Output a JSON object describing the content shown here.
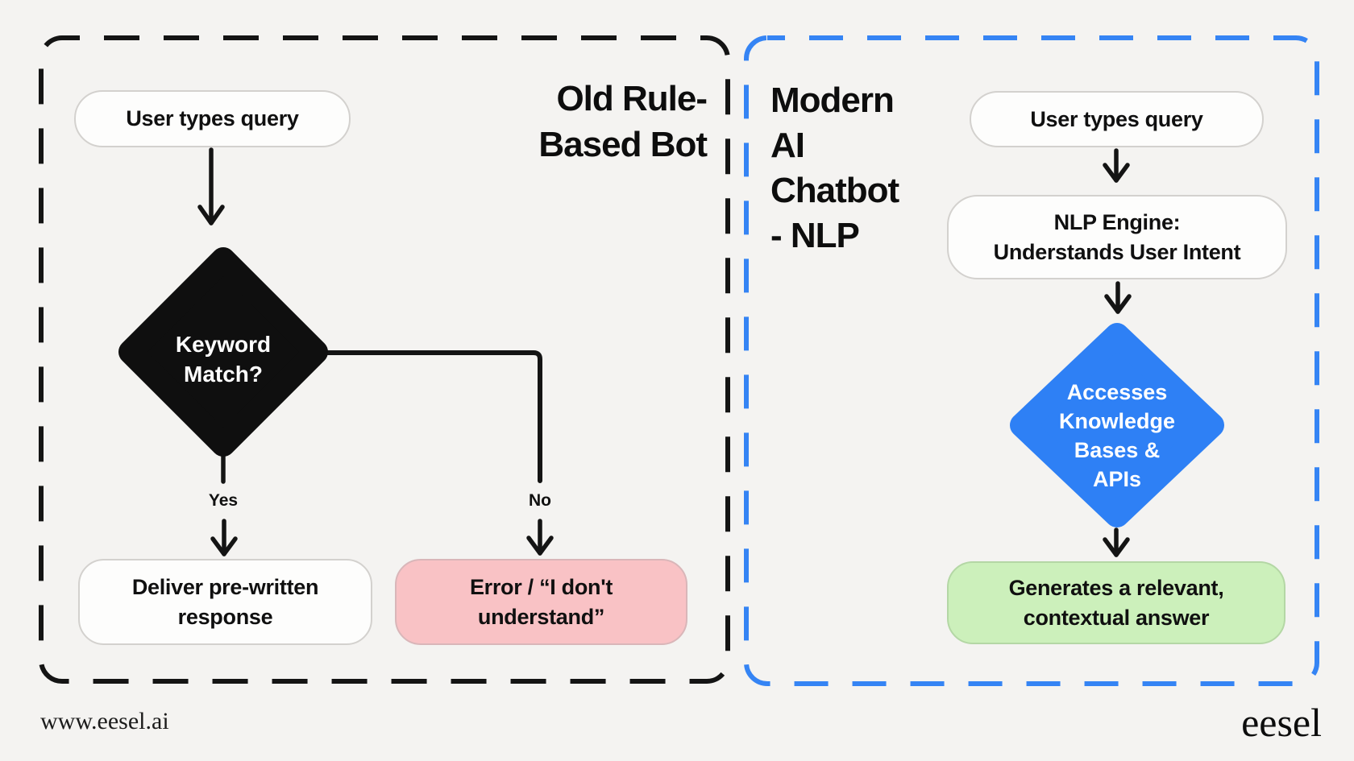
{
  "page": {
    "background_color": "#f4f3f1",
    "footer_url": "www.eesel.ai",
    "footer_logo": "eesel"
  },
  "left_panel": {
    "title_line1": "Old Rule-",
    "title_line2": "Based Bot",
    "border_color": "#141414",
    "nodes": {
      "user_query": "User types query",
      "decision_line1": "Keyword",
      "decision_line2": "Match?",
      "decision_fill": "#0f0f0f",
      "yes_label": "Yes",
      "no_label": "No",
      "deliver_line1": "Deliver pre-written",
      "deliver_line2": "response",
      "deliver_fill": "#fdfdfc",
      "error_line1": "Error / “I don't",
      "error_line2": "understand”",
      "error_fill": "#f9c2c5"
    }
  },
  "right_panel": {
    "title_line1": "Modern",
    "title_line2": "AI",
    "title_line3": "Chatbot",
    "title_line4": "- NLP",
    "border_color": "#3584f4",
    "nodes": {
      "user_query": "User types query",
      "nlp_line1": "NLP Engine:",
      "nlp_line2": "Understands User Intent",
      "nlp_fill": "#fdfdfc",
      "diamond_line1": "Accesses",
      "diamond_line2": "Knowledge",
      "diamond_line3": "Bases &",
      "diamond_line4": "APIs",
      "diamond_fill": "#2e80f5",
      "answer_line1": "Generates a relevant,",
      "answer_line2": "contextual answer",
      "answer_fill": "#ccf0bb"
    }
  }
}
